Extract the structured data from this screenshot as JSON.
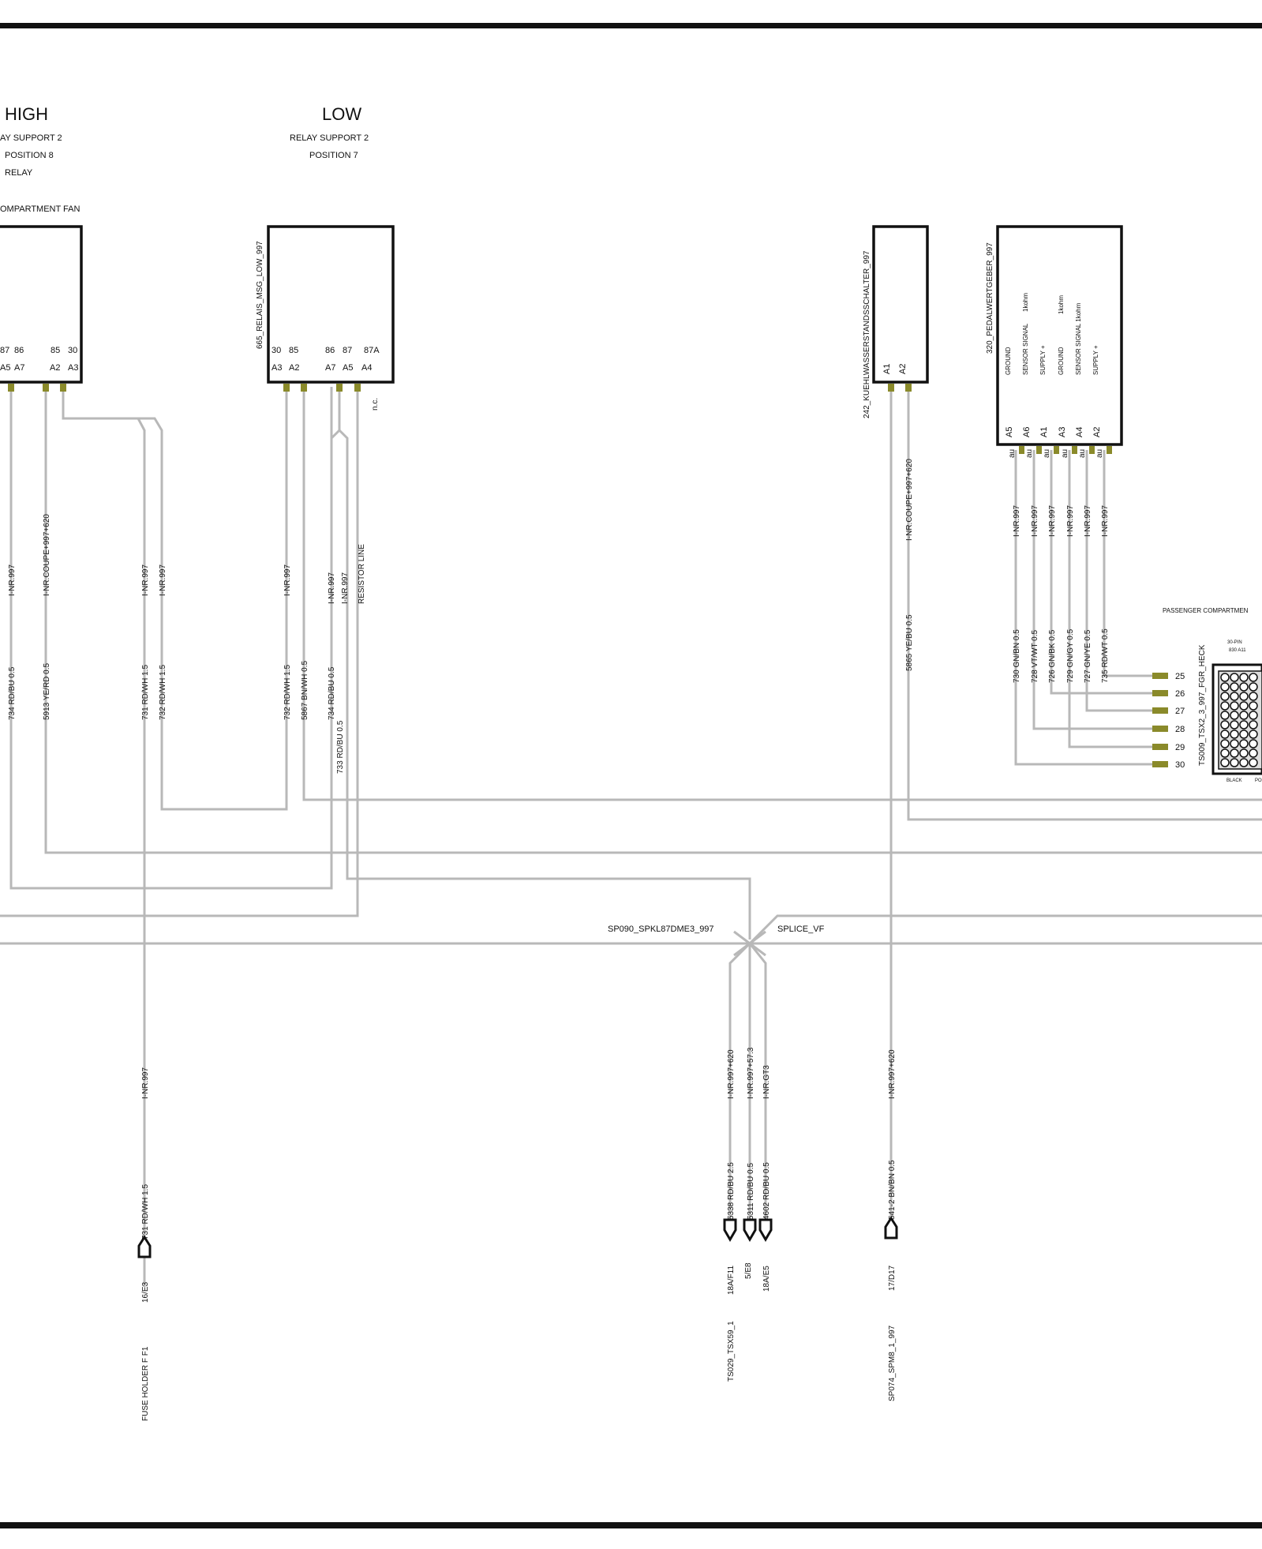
{
  "headings": {
    "high": {
      "title": "HIGH",
      "lines": [
        "AY SUPPORT 2",
        "POSITION 8",
        "RELAY"
      ],
      "label": "OMPARTMENT FAN"
    },
    "low": {
      "title": "LOW",
      "lines": [
        "RELAY SUPPORT 2",
        "POSITION 7"
      ]
    }
  },
  "components": {
    "relay_high": {
      "pins": [
        "87",
        "86",
        "85",
        "30"
      ],
      "contacts": [
        "A5",
        "A7",
        "A2",
        "A3"
      ]
    },
    "relay_low": {
      "name": "665_RELAIS_MSG_LOW_997",
      "pins": [
        "30",
        "85",
        "86",
        "87",
        "87A"
      ],
      "contacts": [
        "A3",
        "A2",
        "A7",
        "A5",
        "A4"
      ],
      "nc": "n.c."
    },
    "water_level": {
      "name": "242_KUEHLWASSERSTANDSSCHALTER_997",
      "contacts": [
        "A1",
        "A2"
      ]
    },
    "pedal": {
      "name": "320_PEDALWERTGEBER_997",
      "signals": [
        "GROUND",
        "SENSOR SIGNAL",
        "1kohm",
        "SUPPLY +",
        "GROUND",
        "1kohm",
        "SENSOR SIGNAL 1kohm",
        "SUPPLY +"
      ],
      "contacts": [
        "A5",
        "A6",
        "A1",
        "A3",
        "A4",
        "A2"
      ],
      "au": "au"
    }
  },
  "wires": {
    "w1": {
      "code": "I-NR.997",
      "label": "734 RD/BU 0.5"
    },
    "w2": {
      "code": "I-NR.COUPE+997+620",
      "label": "5913 YE/RD 0.5"
    },
    "w3": {
      "code": "I-NR.997",
      "label": "731 RD/WH 1.5"
    },
    "w4": {
      "code": "I-NR.997",
      "label": "732 RD/WH 1.5"
    },
    "w5": {
      "code": "I-NR.997",
      "label": "732 RD/WH 1.5"
    },
    "w6": {
      "label": "5867 BN/WH 0.5"
    },
    "w7": {
      "code": "I-NR.997",
      "label": "734 RD/BU 0.5"
    },
    "w8": {
      "code": "I-NR.997",
      "label": "733 RD/BU 0.5"
    },
    "w9": {
      "label": "RESISTOR LINE"
    },
    "w10": {
      "code": "I-NR.COUPE+997+620",
      "label": "5865 YE/BU 0.5"
    },
    "pedal_wires": [
      {
        "code": "I-NR.997",
        "label": "730 GN/BN 0.5"
      },
      {
        "code": "I-NR.997",
        "label": "728 VT/WT 0.5"
      },
      {
        "code": "I-NR.997",
        "label": "726 GN/BK 0.5"
      },
      {
        "code": "I-NR.997",
        "label": "729 GN/GY 0.5"
      },
      {
        "code": "I-NR.997",
        "label": "727 GN/YE 0.5"
      },
      {
        "code": "I-NR.997",
        "label": "735 RD/WT 0.5"
      }
    ],
    "lower": [
      {
        "code": "I-NR.997",
        "label": "731 RD/WH 1.5"
      },
      {
        "code": "I-NR.997+620",
        "label": "5338 RD/BU 2.5"
      },
      {
        "code": "I-NR.997+57.3",
        "label": "5311 RD/BU 0.5"
      },
      {
        "code": "I-NR.GT3",
        "label": "4602 RD/BU 0.5"
      },
      {
        "code": "I-NR.997+620",
        "label": "541-2 BN/BN 0.5"
      }
    ]
  },
  "connector": {
    "header": "PASSENGER COMPARTMEN",
    "name": "TS009_TSX2_3_997_FGR_HECK",
    "pin_caption": "30-PIN",
    "code_caption": "830 A11",
    "color_label": "BLACK",
    "edge_label": "PO",
    "pins": [
      "25",
      "26",
      "27",
      "28",
      "29",
      "30"
    ]
  },
  "splice": {
    "left": "SP090_SPKL87DME3_997",
    "right": "SPLICE_VF"
  },
  "terminals": {
    "fuse": {
      "ref": "16/E3",
      "name": "FUSE HOLDER F  F1"
    },
    "ts029": {
      "refs": [
        "18A/F11",
        "5/E8",
        "18A/E5"
      ],
      "name": "TS029_TSX59_1"
    },
    "sp074": {
      "ref": "17/D17",
      "name": "SP074_SPM8_1_997"
    }
  }
}
